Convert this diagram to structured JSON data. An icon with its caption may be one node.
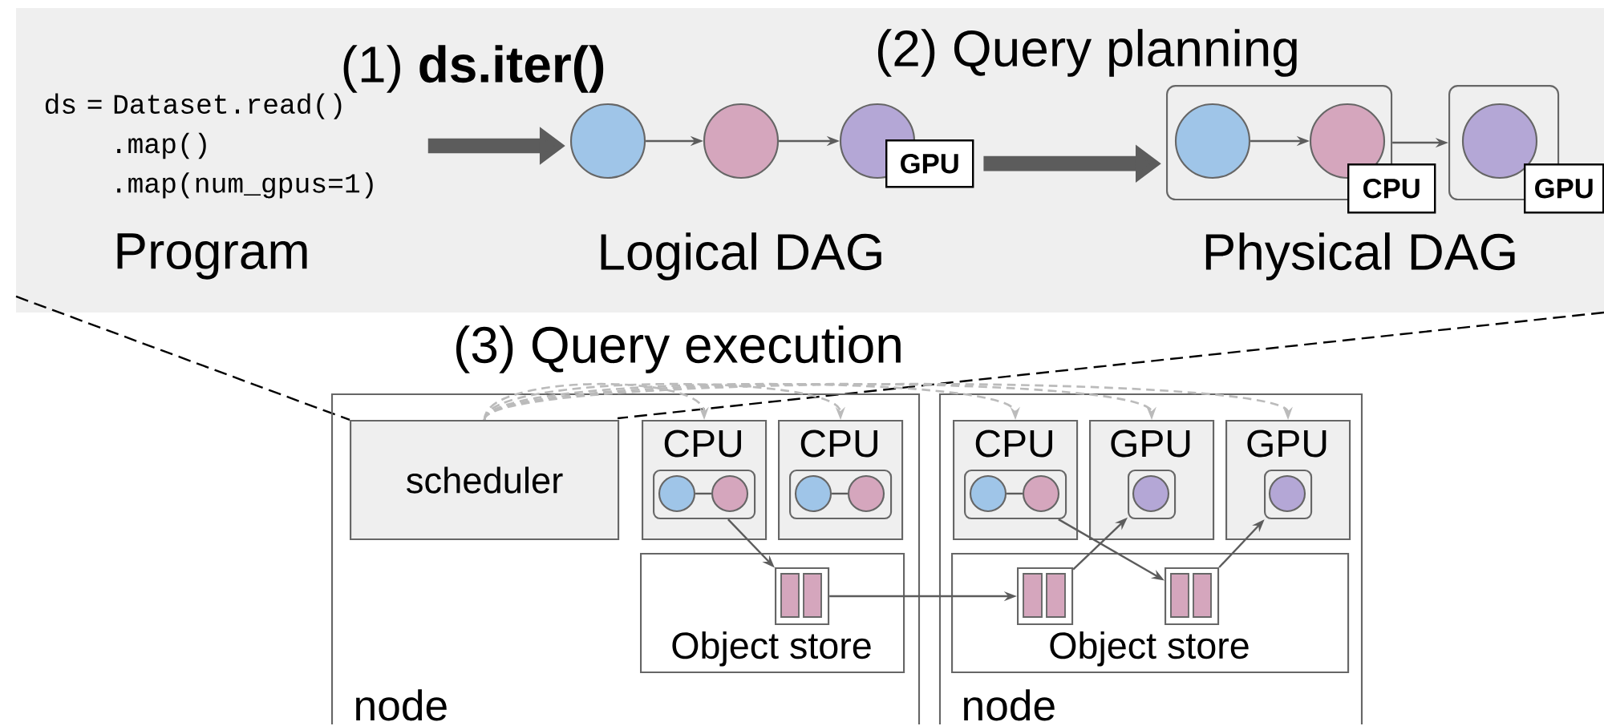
{
  "diagram": {
    "nodes": [
      {
        "text": [
          "ds = Dataset.read() .map() .map(num_gpus=1)"
        ],
        "beside": [
          "Program"
        ]
      },
      {
        "text": [],
        "shape": "circle"
      },
      {
        "text": [],
        "shape": "circle"
      },
      {
        "text": [],
        "shape": "circle"
      },
      {
        "text": [
          "GPU"
        ]
      },
      {
        "text": [],
        "shape": "box"
      },
      {
        "text": [],
        "shape": "circle",
        "in": 5
      },
      {
        "text": [],
        "shape": "circle",
        "in": 5
      },
      {
        "text": [
          "CPU"
        ]
      },
      {
        "text": [],
        "shape": "box"
      },
      {
        "text": [],
        "shape": "circle",
        "in": 9
      },
      {
        "text": [
          "GPU"
        ]
      },
      {
        "text": [
          "node"
        ]
      },
      {
        "text": [
          "scheduler"
        ],
        "in": 12
      },
      {
        "text": [
          "CPU"
        ],
        "in": 12
      },
      {
        "text": [],
        "shape": "box",
        "in": 14
      },
      {
        "text": [],
        "shape": "circle",
        "in": 15
      },
      {
        "text": [],
        "shape": "circle",
        "in": 15
      },
      {
        "text": [
          "CPU"
        ],
        "in": 12
      },
      {
        "text": [],
        "shape": "box",
        "in": 18
      },
      {
        "text": [],
        "shape": "circle",
        "in": 19
      },
      {
        "text": [],
        "shape": "circle",
        "in": 19
      },
      {
        "text": [
          "Object store"
        ],
        "in": 12
      },
      {
        "text": [],
        "shape": "box",
        "in": 22
      },
      {
        "text": [
          "node"
        ]
      },
      {
        "text": [
          "CPU"
        ],
        "in": 24
      },
      {
        "text": [],
        "shape": "box",
        "in": 25
      },
      {
        "text": [],
        "shape": "circle",
        "in": 26
      },
      {
        "text": [],
        "shape": "circle",
        "in": 26
      },
      {
        "text": [
          "GPU"
        ],
        "in": 24
      },
      {
        "text": [],
        "shape": "box",
        "in": 29
      },
      {
        "text": [],
        "shape": "circle",
        "in": 30
      },
      {
        "text": [
          "GPU"
        ],
        "in": 24
      },
      {
        "text": [],
        "shape": "box",
        "in": 32
      },
      {
        "text": [],
        "shape": "circle",
        "in": 33
      },
      {
        "text": [
          "Object store"
        ],
        "in": 24
      },
      {
        "text": [],
        "shape": "box",
        "in": 35
      },
      {
        "text": [],
        "shape": "box",
        "in": 35
      }
    ],
    "edges": [
      {
        "from": 0,
        "to": 1,
        "arrow": "to",
        "style": "thick"
      },
      {
        "from": 1,
        "to": 2,
        "arrow": "to"
      },
      {
        "from": 2,
        "to": 3,
        "arrow": "to"
      },
      {
        "from": 4,
        "to": 5,
        "arrow": "to",
        "style": "thick"
      },
      {
        "from": 6,
        "to": 7,
        "arrow": "to"
      },
      {
        "from": 5,
        "to": 9,
        "arrow": "to"
      },
      {
        "from": 13,
        "to": 14,
        "arrow": "to",
        "style": "dashed",
        "color": "#bbbbbb"
      },
      {
        "from": 13,
        "to": 18,
        "arrow": "to",
        "style": "dashed",
        "color": "#bbbbbb"
      },
      {
        "from": 13,
        "to": 25,
        "arrow": "to",
        "style": "dashed",
        "color": "#bbbbbb"
      },
      {
        "from": 13,
        "to": 29,
        "arrow": "to",
        "style": "dashed",
        "color": "#bbbbbb"
      },
      {
        "from": 13,
        "to": 32,
        "arrow": "to",
        "style": "dashed",
        "color": "#bbbbbb"
      },
      {
        "from": 16,
        "to": 17,
        "arrow": "none"
      },
      {
        "from": 20,
        "to": 21,
        "arrow": "none"
      },
      {
        "from": 27,
        "to": 28,
        "arrow": "none"
      },
      {
        "from": 15,
        "to": 23,
        "arrow": "to"
      },
      {
        "from": 23,
        "to": 36,
        "arrow": "to"
      },
      {
        "from": 36,
        "to": 30,
        "arrow": "to"
      },
      {
        "from": 26,
        "to": 37,
        "arrow": "to"
      },
      {
        "from": 37,
        "to": 33,
        "arrow": "to"
      }
    ],
    "labels": [
      "(1) **ds.iter()**",
      "(2) Query planning",
      "Logical DAG",
      "Physical DAG",
      "(3) Query execution"
    ]
  }
}
